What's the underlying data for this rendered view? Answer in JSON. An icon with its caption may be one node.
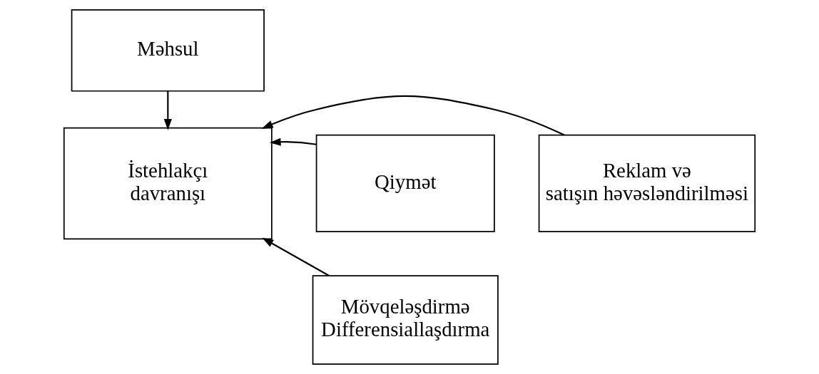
{
  "diagram": {
    "nodes": [
      {
        "text": [
          "Məhsul"
        ]
      },
      {
        "text": [
          "İstehlakçı davranışı"
        ]
      },
      {
        "text": [
          "Qiymət"
        ]
      },
      {
        "text": [
          "Reklam və satışın həvəsləndirilməsi"
        ]
      },
      {
        "text": [
          "Mövqeləşdirmə Differensiallaşdırma"
        ]
      }
    ],
    "edges": [
      {
        "from": 0,
        "to": 1,
        "arrow": "to"
      },
      {
        "from": 2,
        "to": 1,
        "arrow": "to"
      },
      {
        "from": 3,
        "to": 1,
        "arrow": "to"
      },
      {
        "from": 4,
        "to": 1,
        "arrow": "to"
      }
    ]
  }
}
